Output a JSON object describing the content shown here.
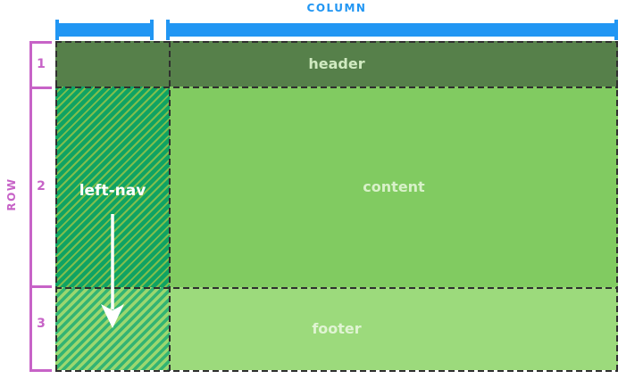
{
  "diagram": {
    "title": "css-grid-template-areas-illustration",
    "column_axis_label": "COLUMN",
    "row_axis_label": "ROW",
    "row_numbers": [
      "1",
      "2",
      "3"
    ],
    "areas": {
      "header": {
        "label": "header"
      },
      "left_nav": {
        "label": "left-nav"
      },
      "content": {
        "label": "content"
      },
      "footer": {
        "label": "footer"
      }
    },
    "colors": {
      "blue": "#2196F3",
      "magenta": "#C763C7",
      "dash": "#2F2F2F",
      "header_bg": "#56804A",
      "header_text": "#D0EAC1",
      "content_bg": "#81CB61",
      "content_text": "#D8F1C9",
      "footer_bg": "#9CDA7C",
      "footer_text": "#E0F4D3",
      "leftnav_base": "#0FA363",
      "leftnav_stripe": "#7FBE4D",
      "leftnav_base_light": "#33B473",
      "leftnav_stripe_light": "#9BD76F",
      "leftnav_text": "#FFFFFF",
      "arrow": "#FFFFFF"
    }
  }
}
